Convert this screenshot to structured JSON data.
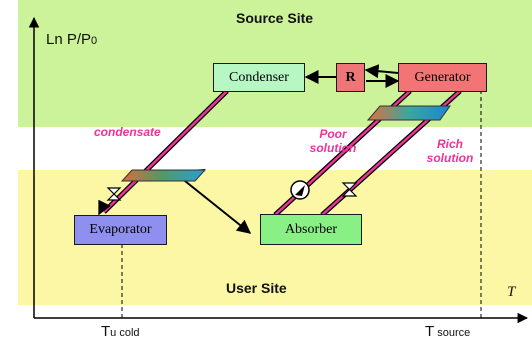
{
  "diagram": {
    "y_axis_label": "Ln P/P",
    "y_axis_sub": "0",
    "x_axis_label": "T",
    "x_ticks": [
      {
        "main": "T",
        "sub": "u cold"
      },
      {
        "main": "T",
        "sub": " source"
      }
    ],
    "zones": {
      "source": "Source Site",
      "user": "User Site"
    },
    "components": {
      "condenser": "Condenser",
      "regulator": "R",
      "generator": "Generator",
      "evaporator": "Evaporator",
      "absorber": "Absorber"
    },
    "flow_labels": {
      "condensate": "condensate",
      "poor_solution": [
        "Poor",
        "solution"
      ],
      "rich_solution": [
        "Rich",
        "solution"
      ]
    },
    "colors": {
      "source_zone": "#ccf29a",
      "user_zone": "#fbf7a5",
      "condenser": "#b6f7c3",
      "regulator": "#ef7676",
      "generator": "#f27474",
      "evaporator": "#8f8fef",
      "absorber": "#88f084",
      "flow_line": "#ee3399"
    }
  }
}
